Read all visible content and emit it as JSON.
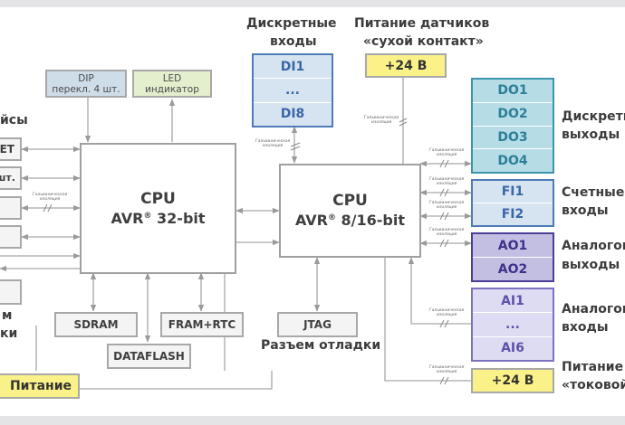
{
  "cpu_main": {
    "title": "CPU",
    "subtitle_pre": "AVR",
    "subtitle_reg": "®",
    "subtitle_post": " 32-bit"
  },
  "cpu_io": {
    "title": "CPU",
    "subtitle_pre": "AVR",
    "subtitle_reg": "®",
    "subtitle_post": " 8/16-bit"
  },
  "dip": {
    "line1": "DIP",
    "line2": "перекл. 4 шт."
  },
  "led": {
    "line1": "LED",
    "line2": "индикатор"
  },
  "memory": {
    "sdram": "SDRAM",
    "dataflash": "DATAFLASH",
    "fram": "FRAM+RTC"
  },
  "jtag": {
    "box": "JTAG",
    "label": "Разъем отладки"
  },
  "power": {
    "label": "Питание"
  },
  "left_partial": {
    "interfaces_label": "йсы",
    "ethernet": "ET",
    "count_short": "шт.",
    "label_m": "м",
    "label_ki": "ки"
  },
  "discrete_inputs": {
    "title_line1": "Дискретные",
    "title_line2": "входы",
    "items": [
      "DI1",
      "...",
      "DI8"
    ]
  },
  "sensor_power": {
    "title_line1": "Питание датчиков",
    "title_line2": "«сухой контакт»",
    "value": "+24 В"
  },
  "discrete_outputs": {
    "label_line1": "Дискретные",
    "label_line2": "выходы",
    "items": [
      "DO1",
      "DO2",
      "DO3",
      "DO4"
    ]
  },
  "counter_inputs": {
    "label_line1": "Счетные",
    "label_line2": "входы",
    "items": [
      "FI1",
      "FI2"
    ]
  },
  "analog_outputs": {
    "label_line1": "Аналоговые",
    "label_line2": "выходы",
    "items": [
      "AO1",
      "AO2"
    ]
  },
  "analog_inputs": {
    "label_line1": "Аналоговые",
    "label_line2": "входы",
    "items": [
      "AI1",
      "...",
      "AI6"
    ]
  },
  "current_power": {
    "label_line1": "Питание",
    "label_line2": "«токовой",
    "value": "+24 В"
  },
  "isolation_note": {
    "line1": "Гальваническая",
    "line2": "изоляция"
  },
  "colors": {
    "do_fill": "#b6dde6",
    "do_border": "#3a95ad",
    "do_text": "#2e7f98",
    "fi_fill": "#d6e4f2",
    "fi_border": "#4f7bb5",
    "fi_text": "#3a67a6",
    "ao_fill": "#c3bfe3",
    "ao_border": "#4a3f97",
    "ao_text": "#3d3388",
    "ai_fill": "#dedcf3",
    "ai_border": "#7b72c2",
    "ai_text": "#5b52ab",
    "di_fill": "#d6e4f2",
    "di_border": "#4f7bb5",
    "di_text": "#3a67a6",
    "power_fill": "#fbf189",
    "power_border": "#a8a8a8",
    "dip_fill": "#cfdde8",
    "led_fill": "#e3efcd"
  }
}
